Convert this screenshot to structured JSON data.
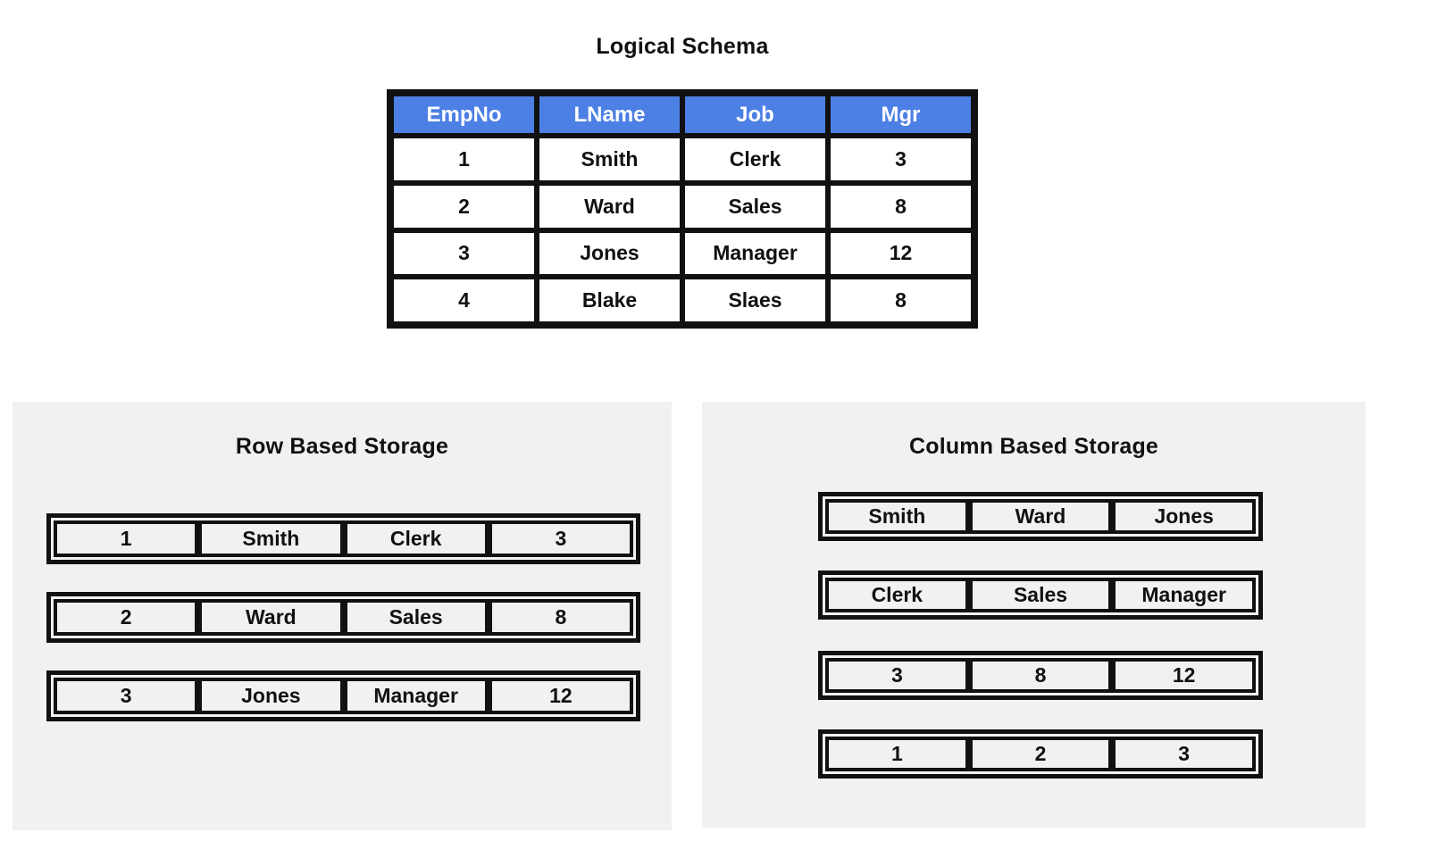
{
  "colors": {
    "header_blue": "#4d80e4",
    "panel_background": "#f1f1f1",
    "border_ink": "#111111",
    "page_background": "#ffffff"
  },
  "logical_schema": {
    "title": "Logical Schema",
    "columns": [
      "EmpNo",
      "LName",
      "Job",
      "Mgr"
    ],
    "rows": [
      [
        "1",
        "Smith",
        "Clerk",
        "3"
      ],
      [
        "2",
        "Ward",
        "Sales",
        "8"
      ],
      [
        "3",
        "Jones",
        "Manager",
        "12"
      ],
      [
        "4",
        "Blake",
        "Slaes",
        "8"
      ]
    ]
  },
  "row_based_storage": {
    "title": "Row Based Storage",
    "strips": [
      [
        "1",
        "Smith",
        "Clerk",
        "3"
      ],
      [
        "2",
        "Ward",
        "Sales",
        "8"
      ],
      [
        "3",
        "Jones",
        "Manager",
        "12"
      ]
    ]
  },
  "column_based_storage": {
    "title": "Column Based Storage",
    "strips": [
      [
        "Smith",
        "Ward",
        "Jones"
      ],
      [
        "Clerk",
        "Sales",
        "Manager"
      ],
      [
        "3",
        "8",
        "12"
      ],
      [
        "1",
        "2",
        "3"
      ]
    ]
  }
}
